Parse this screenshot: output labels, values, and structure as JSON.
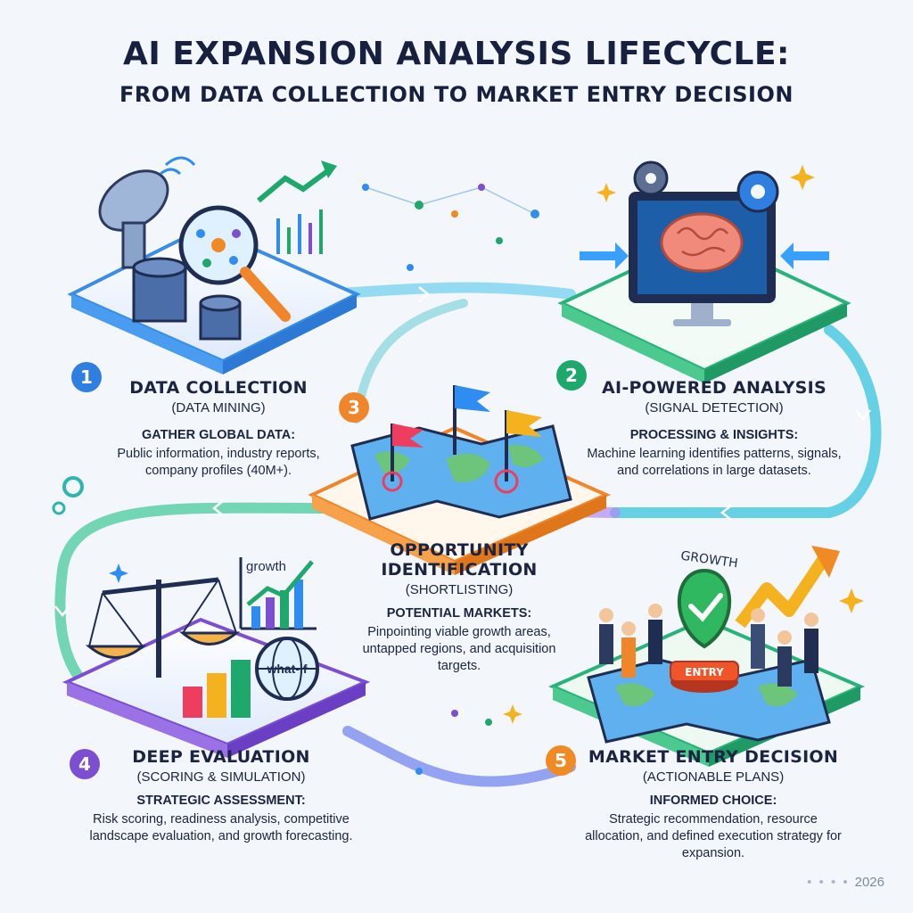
{
  "header": {
    "title": "AI EXPANSION ANALYSIS LIFECYCLE:",
    "subtitle": "FROM DATA COLLECTION TO MARKET ENTRY DECISION"
  },
  "stages": [
    {
      "number": "1",
      "title": "DATA COLLECTION",
      "subtitle": "(DATA MINING)",
      "heading": "GATHER GLOBAL DATA:",
      "description": "Public information, industry reports, company profiles (40M+).",
      "color": "#2f7fe0"
    },
    {
      "number": "2",
      "title": "AI-POWERED ANALYSIS",
      "subtitle": "(SIGNAL DETECTION)",
      "heading": "PROCESSING & INSIGHTS:",
      "description": "Machine learning identifies patterns, signals, and correlations in large datasets.",
      "color": "#1fa86c"
    },
    {
      "number": "3",
      "title": "OPPORTUNITY IDENTIFICATION",
      "subtitle": "(SHORTLISTING)",
      "heading": "POTENTIAL MARKETS:",
      "description": "Pinpointing viable growth areas, untapped regions, and acquisition targets.",
      "color": "#f0852a"
    },
    {
      "number": "4",
      "title": "DEEP EVALUATION",
      "subtitle": "(SCORING & SIMULATION)",
      "heading": "STRATEGIC ASSESSMENT:",
      "description": "Risk scoring, readiness analysis, competitive landscape evaluation, and growth forecasting.",
      "color": "#7c4fd2"
    },
    {
      "number": "5",
      "title": "MARKET ENTRY DECISION",
      "subtitle": "(ACTIONABLE PLANS)",
      "heading": "INFORMED CHOICE:",
      "description": "Strategic recommendation, resource allocation, and defined execution strategy for expansion.",
      "color": "#f08a24"
    }
  ],
  "illustration_labels": {
    "growth_chart": "growth",
    "what_if_globe": "what-if",
    "entry_button": "ENTRY",
    "growth_arrow": "GROWTH"
  },
  "footer": {
    "year": "2026"
  }
}
